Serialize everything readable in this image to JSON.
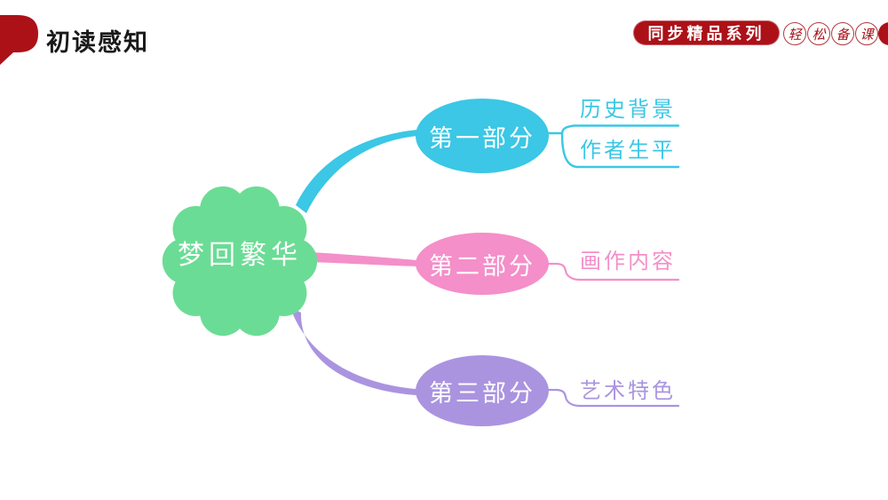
{
  "slide": {
    "header": {
      "title": "初读感知",
      "series_badge": "同步精品系列",
      "stamps": [
        "轻",
        "松",
        "备",
        "课"
      ]
    },
    "mindmap": {
      "root": {
        "label": "梦回繁华",
        "color": "#6BDC95"
      },
      "branches": [
        {
          "label": "第一部分",
          "color": "#3BC7E5",
          "children": [
            {
              "label": "历史背景"
            },
            {
              "label": "作者生平"
            }
          ]
        },
        {
          "label": "第二部分",
          "color": "#F48FC9",
          "children": [
            {
              "label": "画作内容"
            }
          ]
        },
        {
          "label": "第三部分",
          "color": "#AA94E0",
          "children": [
            {
              "label": "艺术特色"
            }
          ]
        }
      ]
    },
    "colors": {
      "accent_red": "#AC1118",
      "title_text": "#1A1A1A",
      "background": "#FFFFFF"
    }
  }
}
